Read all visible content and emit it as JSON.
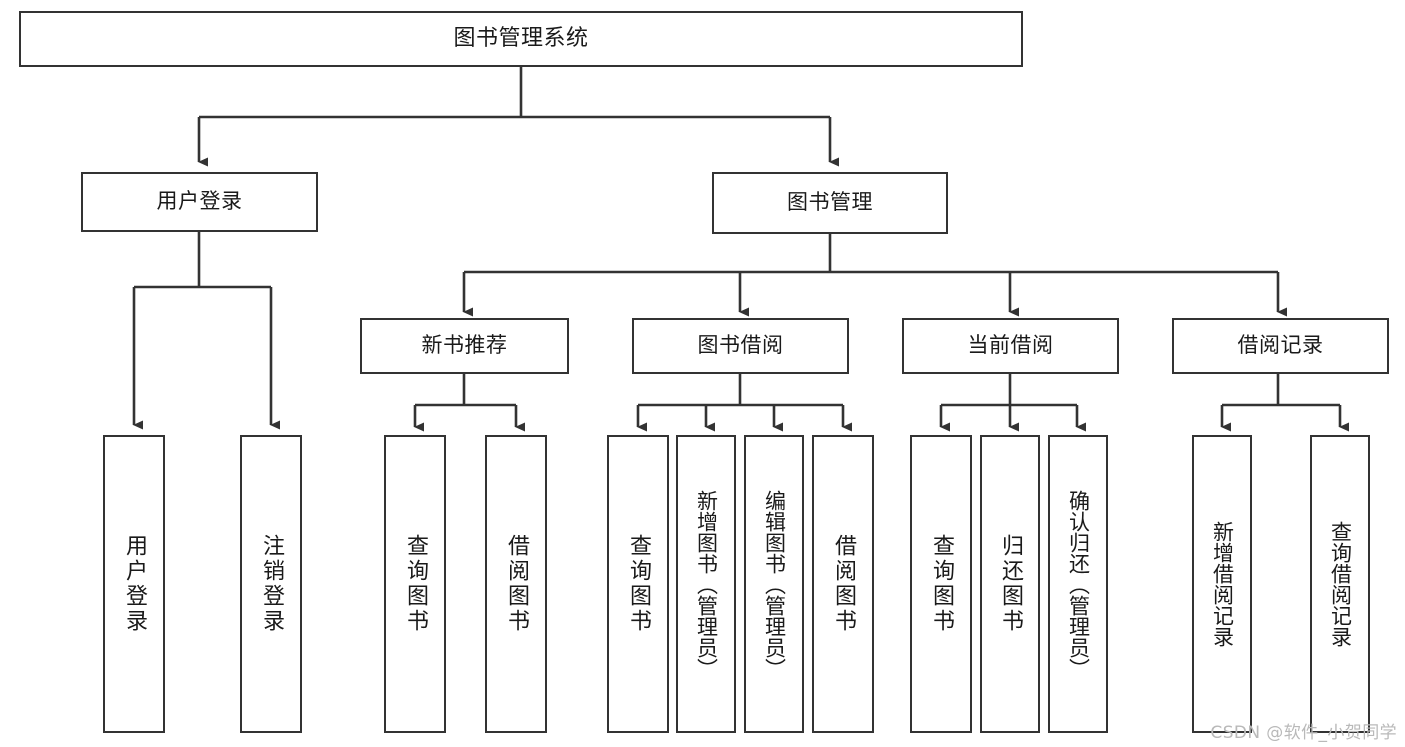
{
  "diagram": {
    "type": "tree-hierarchy",
    "title": "图书管理系统",
    "watermark": "CSDN @软件_小贺同学",
    "colors": {
      "box_border": "#333333",
      "box_fill": "#ffffff",
      "edge": "#333333",
      "text": "#1a1a1a",
      "watermark": "#b9b9b9",
      "background": "#ffffff"
    },
    "nodes": {
      "root": {
        "label": "图书管理系统"
      },
      "level1": [
        {
          "label": "用户登录"
        },
        {
          "label": "图书管理"
        }
      ],
      "level2": [
        {
          "label": "新书推荐"
        },
        {
          "label": "图书借阅"
        },
        {
          "label": "当前借阅"
        },
        {
          "label": "借阅记录"
        }
      ],
      "leaves": {
        "user_login": [
          {
            "label": "用户登录"
          },
          {
            "label": "注销登录"
          }
        ],
        "new_book_recommend": [
          {
            "label": "查询图书"
          },
          {
            "label": "借阅图书"
          }
        ],
        "book_borrow": [
          {
            "label": "查询图书"
          },
          {
            "label": "新增图书（管理员）"
          },
          {
            "label": "编辑图书（管理员）"
          },
          {
            "label": "借阅图书"
          }
        ],
        "current_borrow": [
          {
            "label": "查询图书"
          },
          {
            "label": "归还图书"
          },
          {
            "label": "确认归还（管理员）"
          }
        ],
        "borrow_record": [
          {
            "label": "新增借阅记录"
          },
          {
            "label": "查询借阅记录"
          }
        ]
      }
    }
  }
}
